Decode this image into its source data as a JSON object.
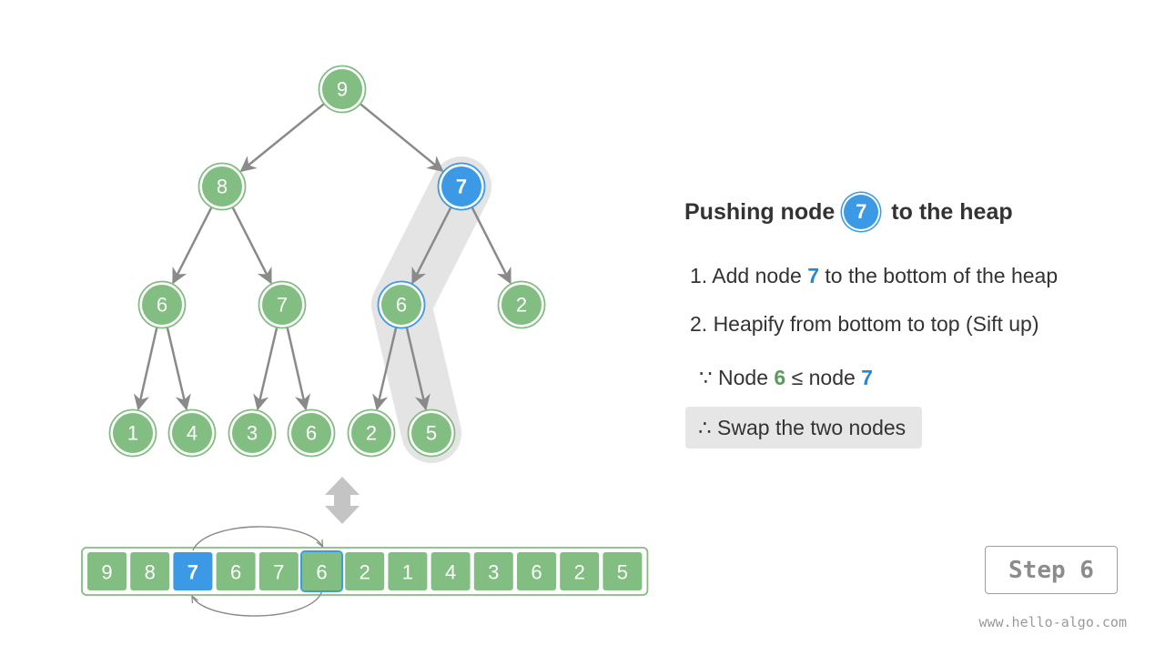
{
  "colors": {
    "node_fill": "#82bd82",
    "node_ring": "#82bd82",
    "highlight_fill": "#3b99e6",
    "edge": "#8a8a8a",
    "path_shadow": "#e4e4e4",
    "array_border": "#82bd82"
  },
  "tree": {
    "nodes": [
      {
        "id": "n0",
        "label": "9",
        "state": "normal"
      },
      {
        "id": "n1",
        "label": "8",
        "state": "normal"
      },
      {
        "id": "n2",
        "label": "7",
        "state": "active"
      },
      {
        "id": "n3",
        "label": "6",
        "state": "normal"
      },
      {
        "id": "n4",
        "label": "7",
        "state": "normal"
      },
      {
        "id": "n5",
        "label": "6",
        "state": "compare"
      },
      {
        "id": "n6",
        "label": "2",
        "state": "normal"
      },
      {
        "id": "n7",
        "label": "1",
        "state": "normal"
      },
      {
        "id": "n8",
        "label": "4",
        "state": "normal"
      },
      {
        "id": "n9",
        "label": "3",
        "state": "normal"
      },
      {
        "id": "n10",
        "label": "6",
        "state": "normal"
      },
      {
        "id": "n11",
        "label": "2",
        "state": "normal"
      },
      {
        "id": "n12",
        "label": "5",
        "state": "normal"
      }
    ],
    "edges": [
      [
        "n0",
        "n1"
      ],
      [
        "n0",
        "n2"
      ],
      [
        "n1",
        "n3"
      ],
      [
        "n1",
        "n4"
      ],
      [
        "n2",
        "n5"
      ],
      [
        "n2",
        "n6"
      ],
      [
        "n3",
        "n7"
      ],
      [
        "n3",
        "n8"
      ],
      [
        "n4",
        "n9"
      ],
      [
        "n4",
        "n10"
      ],
      [
        "n5",
        "n11"
      ],
      [
        "n5",
        "n12"
      ]
    ],
    "highlight_path": [
      "n2",
      "n5",
      "n12"
    ]
  },
  "array": {
    "cells": [
      {
        "label": "9",
        "state": "normal"
      },
      {
        "label": "8",
        "state": "normal"
      },
      {
        "label": "7",
        "state": "active"
      },
      {
        "label": "6",
        "state": "normal"
      },
      {
        "label": "7",
        "state": "normal"
      },
      {
        "label": "6",
        "state": "compare"
      },
      {
        "label": "2",
        "state": "normal"
      },
      {
        "label": "1",
        "state": "normal"
      },
      {
        "label": "4",
        "state": "normal"
      },
      {
        "label": "3",
        "state": "normal"
      },
      {
        "label": "6",
        "state": "normal"
      },
      {
        "label": "2",
        "state": "normal"
      },
      {
        "label": "5",
        "state": "normal"
      }
    ],
    "swap_pair": [
      2,
      5
    ]
  },
  "panel": {
    "title_before": "Pushing node",
    "title_node": "7",
    "title_after": "to the heap",
    "step1_prefix": "1. Add node",
    "step1_value": "7",
    "step1_suffix": "to the bottom of the heap",
    "step2": "2. Heapify from bottom to top (Sift up)",
    "because_symbol": "∵",
    "because_node_word": "Node",
    "because_left": "6",
    "because_op": "≤",
    "because_node_word2": "node",
    "because_right": "7",
    "therefore_symbol": "∴",
    "therefore_text": "Swap the two nodes"
  },
  "step_label": "Step 6",
  "watermark": "www.hello-algo.com"
}
